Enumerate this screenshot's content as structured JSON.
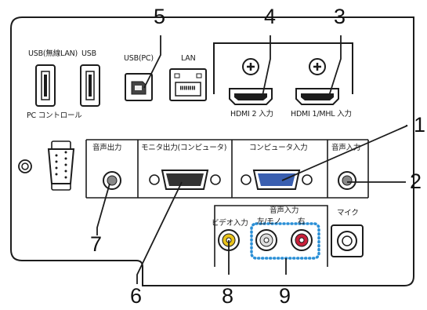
{
  "labels": {
    "usb_wireless": "USB(無線LAN)",
    "usb": "USB",
    "usb_pc": "USB(PC)",
    "lan": "LAN",
    "hdmi2": "HDMI 2 入力",
    "hdmi1": "HDMI 1/MHL 入力",
    "pc_control": "PC コントロール",
    "audio_out": "音声出力",
    "monitor_out": "モニタ出力(コンピュータ)",
    "computer_in": "コンピュータ入力",
    "audio_in_right": "音声入力",
    "video_in": "ビデオ入力",
    "audio_in_rca": "音声入力",
    "left_mono": "左/モノ",
    "right_ch": "右",
    "mic": "マイク"
  },
  "callouts": [
    "1",
    "2",
    "3",
    "4",
    "5",
    "6",
    "7",
    "8",
    "9"
  ],
  "colors": {
    "panel": "#ffffff",
    "outline": "#1c1c1c",
    "vga_blue": "#3a5fb0",
    "rca_yellow": "#e8c21a",
    "rca_red": "#c8203a",
    "dotted_group": "#2a8fd6"
  }
}
